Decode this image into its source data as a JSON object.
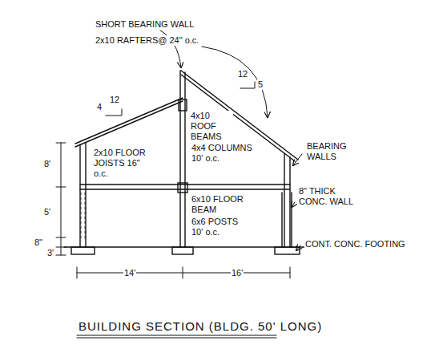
{
  "diagram": {
    "title": "BUILDING SECTION (BLDG. 50' LONG)",
    "labels": [
      "SHORT BEARING WALL",
      "2x10 RAFTERS@ 24\" o.c.",
      "4",
      "12",
      "12",
      "5",
      "4x10 ROOF BEAMS",
      "2x10 FLOOR JOISTS 16\" o.c.",
      "4x4 COLUMNS 10' o.c.",
      "BEARING WALLS",
      "8'",
      "5'",
      "8\"",
      "3'",
      "6x10 FLOOR BEAM",
      "8\" THICK CONC. WALL",
      "6x6 POSTS 10' o.c.",
      "CONT. CONC. FOOTING",
      "14'",
      "16'"
    ]
  }
}
